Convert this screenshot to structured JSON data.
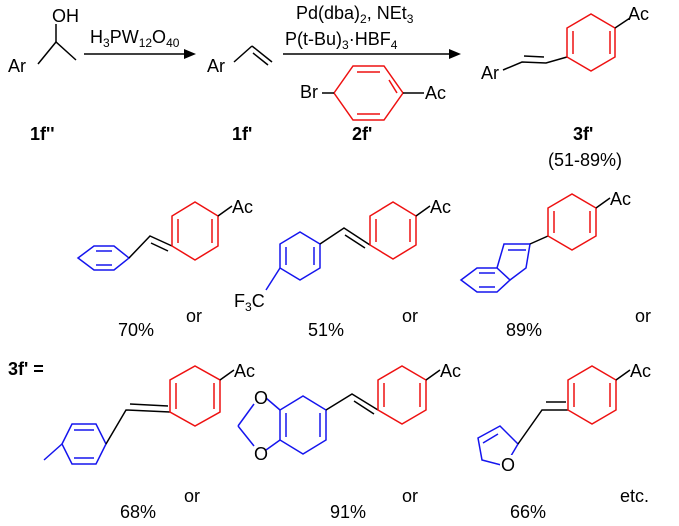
{
  "colors": {
    "ink": "#000000",
    "blue": "#1515ee",
    "red": "#ee1111"
  },
  "scheme": {
    "reactant": {
      "label": "1f''",
      "oh": "OH",
      "ar": "Ar"
    },
    "step1": {
      "reagent": "H3PW12O40"
    },
    "intermediate": {
      "label": "1f'",
      "ar": "Ar"
    },
    "step2": {
      "reagent_line1": "Pd(dba)2, NEt3",
      "reagent_line2": "P(t-Bu)3·HBF4",
      "partner_label": "2f'",
      "partner_br": "Br",
      "partner_ac": "Ac"
    },
    "product": {
      "label": "3f'",
      "yield_range": "(51-89%)",
      "ar": "Ar",
      "ac": "Ac"
    }
  },
  "examples": {
    "prefix": "3f' =",
    "or_word": "or",
    "etc_word": "etc.",
    "ac": "Ac",
    "f3c": "F3C",
    "ring_o": "O",
    "yields": [
      "70%",
      "51%",
      "89%",
      "68%",
      "91%",
      "66%"
    ]
  }
}
